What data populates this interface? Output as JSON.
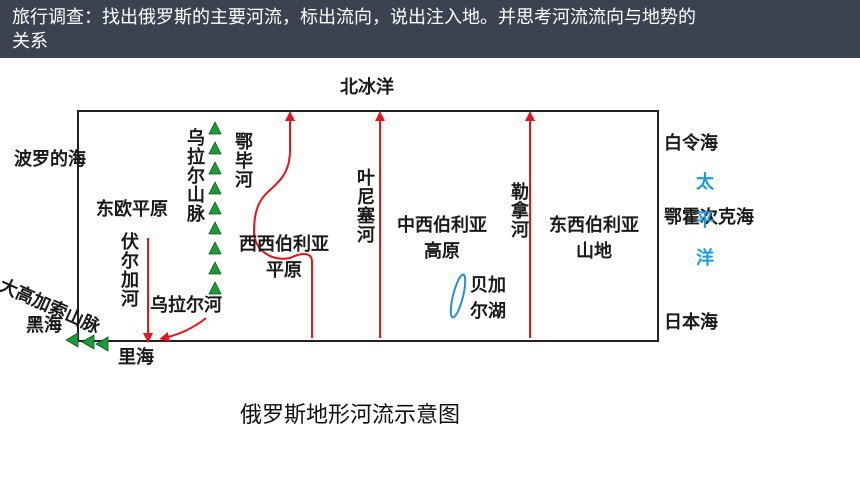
{
  "slide": {
    "title_line1": "旅行调查：找出俄罗斯的主要河流，标出流向，说出注入地。并思考河流流向与地势的",
    "title_line2": "关系"
  },
  "map": {
    "arctic_ocean": "北冰洋",
    "baltic_sea": "波罗的海",
    "east_european_plain": "东欧平原",
    "volga_river": "伏尔加河",
    "ural_mountains": "乌拉尔山脉",
    "ural_river": "乌拉尔河",
    "ob_river": "鄂毕河",
    "west_siberian_plain": "西西伯利亚平原",
    "yenisei_river": "叶尼塞河",
    "central_siberian_plateau": "中西伯利亚高原",
    "lake_baikal": "贝加尔湖",
    "lena_river": "勒拿河",
    "east_siberian_mountains": "东西伯利亚山地",
    "bering_sea": "白令海",
    "okhotsk_sea": "鄂霍次克海",
    "sea_of_japan": "日本海",
    "pacific_ocean": "太平洋",
    "caucasus_mountains": "大高加索山脉",
    "black_sea": "黑海",
    "caspian_sea": "里海",
    "colors": {
      "river": "#e8141c",
      "mountain": "#1f9a3a",
      "lake": "#2a8fd6",
      "pacific_label": "#1e9be0",
      "banner": "#3c4350"
    }
  },
  "caption": "俄罗斯地形河流示意图"
}
